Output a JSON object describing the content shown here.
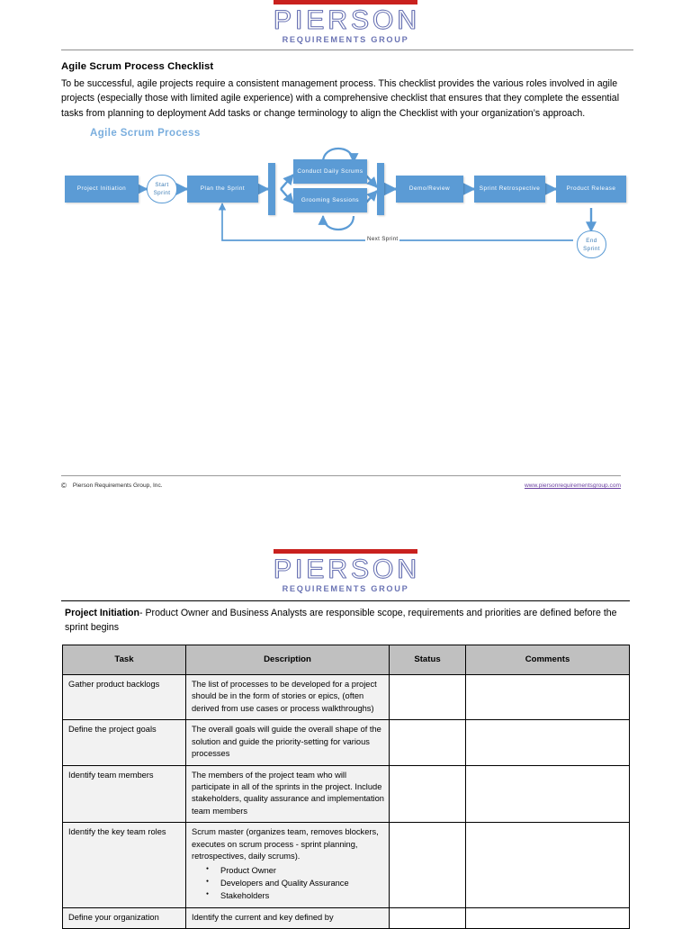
{
  "brand": {
    "name": "PIERSON",
    "tagline": "REQUIREMENTS GROUP",
    "red": "#c9211e",
    "blue": "#6b74b4"
  },
  "page1": {
    "title": "Agile Scrum Process Checklist",
    "body": "To be successful, agile projects require a consistent management process. This checklist provides the various roles involved in agile projects (especially those with limited agile experience) with a comprehensive checklist that ensures that they complete the essential tasks from planning to deployment   Add tasks or change terminology to align the Checklist with your organization’s approach."
  },
  "diagram": {
    "title": "Agile Scrum Process",
    "accent": "#5b9bd5",
    "title_color": "#7aaede",
    "nodes": {
      "project_initiation": "Project Initiation",
      "start_sprint": "Start Sprint",
      "plan_sprint": "Plan the Sprint",
      "daily_scrums": "Conduct Daily Scrums",
      "grooming": "Grooming Sessions",
      "demo_review": "Demo/Review",
      "retrospective": "Sprint Retrospective",
      "product_release": "Product Release",
      "end_sprint": "End Sprint"
    },
    "edge_label": "Next Sprint"
  },
  "footer": {
    "copyright_symbol": "©",
    "company": "Pierson Requirements Group, Inc.",
    "website": "www.piersonrequirementsgroup.com",
    "link_color": "#6a3fa0"
  },
  "page2": {
    "section_heading": "Project Initiation",
    "section_text": "- Product Owner and Business Analysts are responsible scope, requirements and priorities are defined before the sprint begins",
    "table": {
      "headers": [
        "Task",
        "Description",
        "Status",
        "Comments"
      ],
      "rows": [
        {
          "task": "Gather product backlogs",
          "description": "The list of processes to be developed for a project should be in the form of stories or epics, (often derived from use cases or process walkthroughs)",
          "bullets": [],
          "status": "",
          "comments": ""
        },
        {
          "task": "Define the project goals",
          "description": "The overall goals will guide the overall shape of the solution and guide the priority-setting for various processes",
          "bullets": [],
          "status": "",
          "comments": ""
        },
        {
          "task": "Identify team members",
          "description": "The members of the project team who will participate in all of the sprints in the project. Include stakeholders, quality assurance and implementation team members",
          "bullets": [],
          "status": "",
          "comments": ""
        },
        {
          "task": "Identify the key team roles",
          "description": "Scrum master (organizes team, removes blockers, executes on scrum process - sprint planning, retrospectives, daily scrums).",
          "bullets": [
            "Product Owner",
            "Developers and Quality Assurance",
            "Stakeholders"
          ],
          "status": "",
          "comments": ""
        },
        {
          "task": "Define your organization",
          "description": "Identify the current and key defined by",
          "bullets": [],
          "status": "",
          "comments": ""
        }
      ]
    }
  }
}
